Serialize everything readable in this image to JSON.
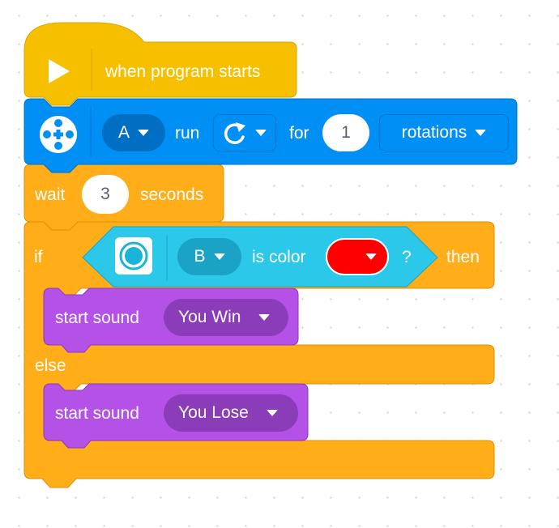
{
  "colors": {
    "events": "#f6c000",
    "motor": "#0090f5",
    "control": "#ffad19",
    "sensor": "#2bc8ea",
    "sound": "#b452e8",
    "color_choice": "#ff0000"
  },
  "hat_block": {
    "icon": "play-icon",
    "label": "when program starts"
  },
  "motor_block": {
    "icon": "motor-icon",
    "port": "A",
    "run_label": "run",
    "direction_icon": "clockwise-arrow-icon",
    "for_label": "for",
    "amount": "1",
    "unit": "rotations"
  },
  "wait_block": {
    "label_before": "wait",
    "value": "3",
    "label_after": "seconds"
  },
  "if_block": {
    "if_label": "if",
    "then_label": "then",
    "else_label": "else",
    "condition": {
      "icon": "color-sensor-icon",
      "port": "B",
      "label": "is color",
      "color": "#ff0000",
      "question": "?"
    }
  },
  "sound_win": {
    "label": "start sound",
    "sound": "You Win"
  },
  "sound_lose": {
    "label": "start sound",
    "sound": "You Lose"
  }
}
